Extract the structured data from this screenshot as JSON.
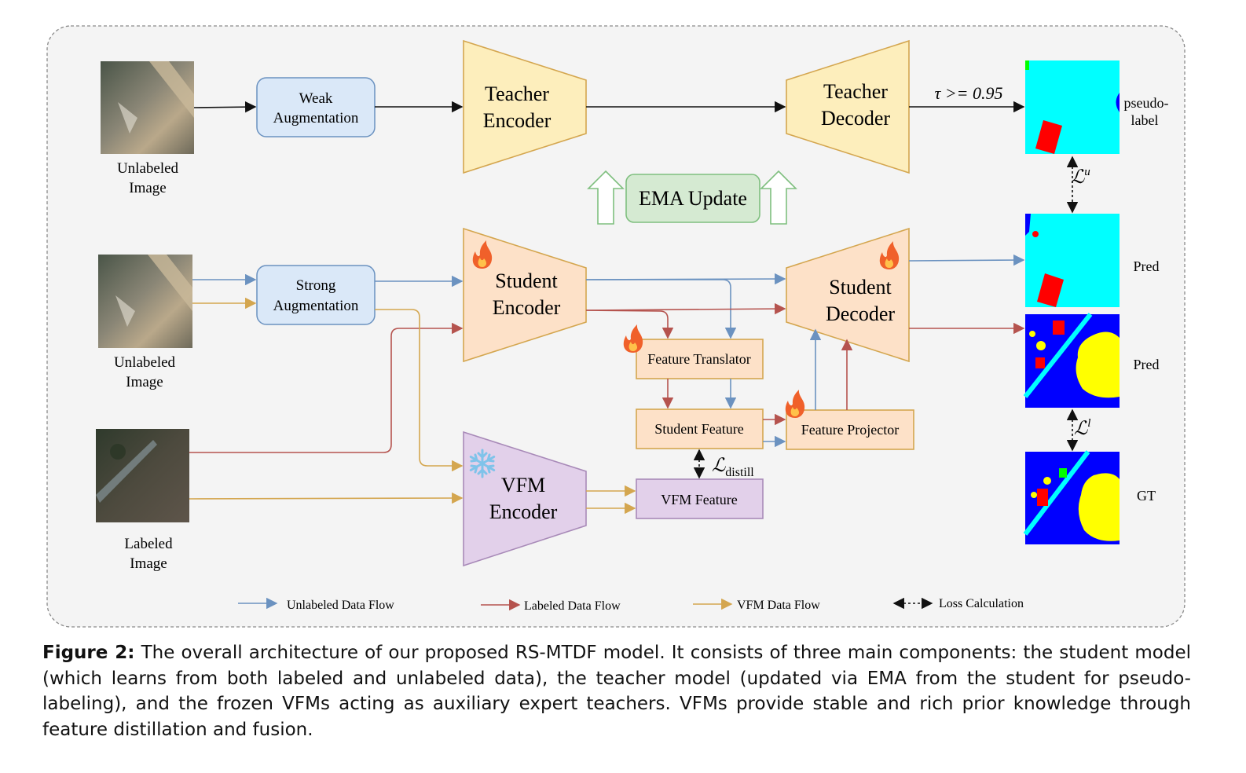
{
  "inputs": {
    "unlabeled_1": {
      "line1": "Unlabeled",
      "line2": "Image"
    },
    "unlabeled_2": {
      "line1": "Unlabeled",
      "line2": "Image"
    },
    "labeled": {
      "line1": "Labeled",
      "line2": "Image"
    }
  },
  "augment": {
    "weak": {
      "line1": "Weak",
      "line2": "Augmentation"
    },
    "strong": {
      "line1": "Strong",
      "line2": "Augmentation"
    }
  },
  "teacher": {
    "encoder": {
      "line1": "Teacher",
      "line2": "Encoder"
    },
    "decoder": {
      "line1": "Teacher",
      "line2": "Decoder"
    },
    "threshold": "τ >= 0.95"
  },
  "ema_update": "EMA Update",
  "student": {
    "encoder": {
      "line1": "Student",
      "line2": "Encoder"
    },
    "decoder": {
      "line1": "Student",
      "line2": "Decoder"
    }
  },
  "modules": {
    "feature_translator": "Feature Translator",
    "student_feature": "Student Feature",
    "feature_projector": "Feature Projector",
    "vfm_feature": "VFM Feature",
    "vfm_encoder": {
      "line1": "VFM",
      "line2": "Encoder"
    }
  },
  "losses": {
    "unsup": {
      "symbol": "ℒ",
      "sup": "u"
    },
    "sup": {
      "symbol": "ℒ",
      "sup": "l"
    },
    "distill": {
      "symbol": "ℒ",
      "sub": "distill"
    }
  },
  "outputs": {
    "pseudo_label": {
      "line1": "pseudo-",
      "line2": "label"
    },
    "pred_1": "Pred",
    "pred_2": "Pred",
    "gt": "GT"
  },
  "legend": {
    "unlabeled": "Unlabeled Data Flow",
    "labeled": "Labeled Data Flow",
    "vfm": "VFM Data Flow",
    "loss": "Loss Calculation"
  },
  "colors": {
    "unlabeled_flow": "#6b92c0",
    "labeled_flow": "#b5534e",
    "vfm_flow": "#d4a64f",
    "teacher_fill": "#fdeebc",
    "student_fill": "#fde1c8",
    "vfm_fill": "#e2d0ea",
    "aug_fill": "#dae8f8",
    "ema_fill": "#d5ead2",
    "seg_cyan": "#00ffff",
    "seg_blue": "#0000ff",
    "seg_yellow": "#ffff00",
    "seg_red": "#ff0000"
  },
  "caption": {
    "label": "Figure 2:",
    "text": " The overall architecture of our proposed RS-MTDF model. It consists of three main components: the student model (which learns from both labeled and unlabeled data), the teacher model (updated via EMA from the student for pseudo-labeling), and the frozen VFMs acting as auxiliary expert teachers. VFMs provide stable and rich prior knowledge through feature distillation and fusion."
  }
}
